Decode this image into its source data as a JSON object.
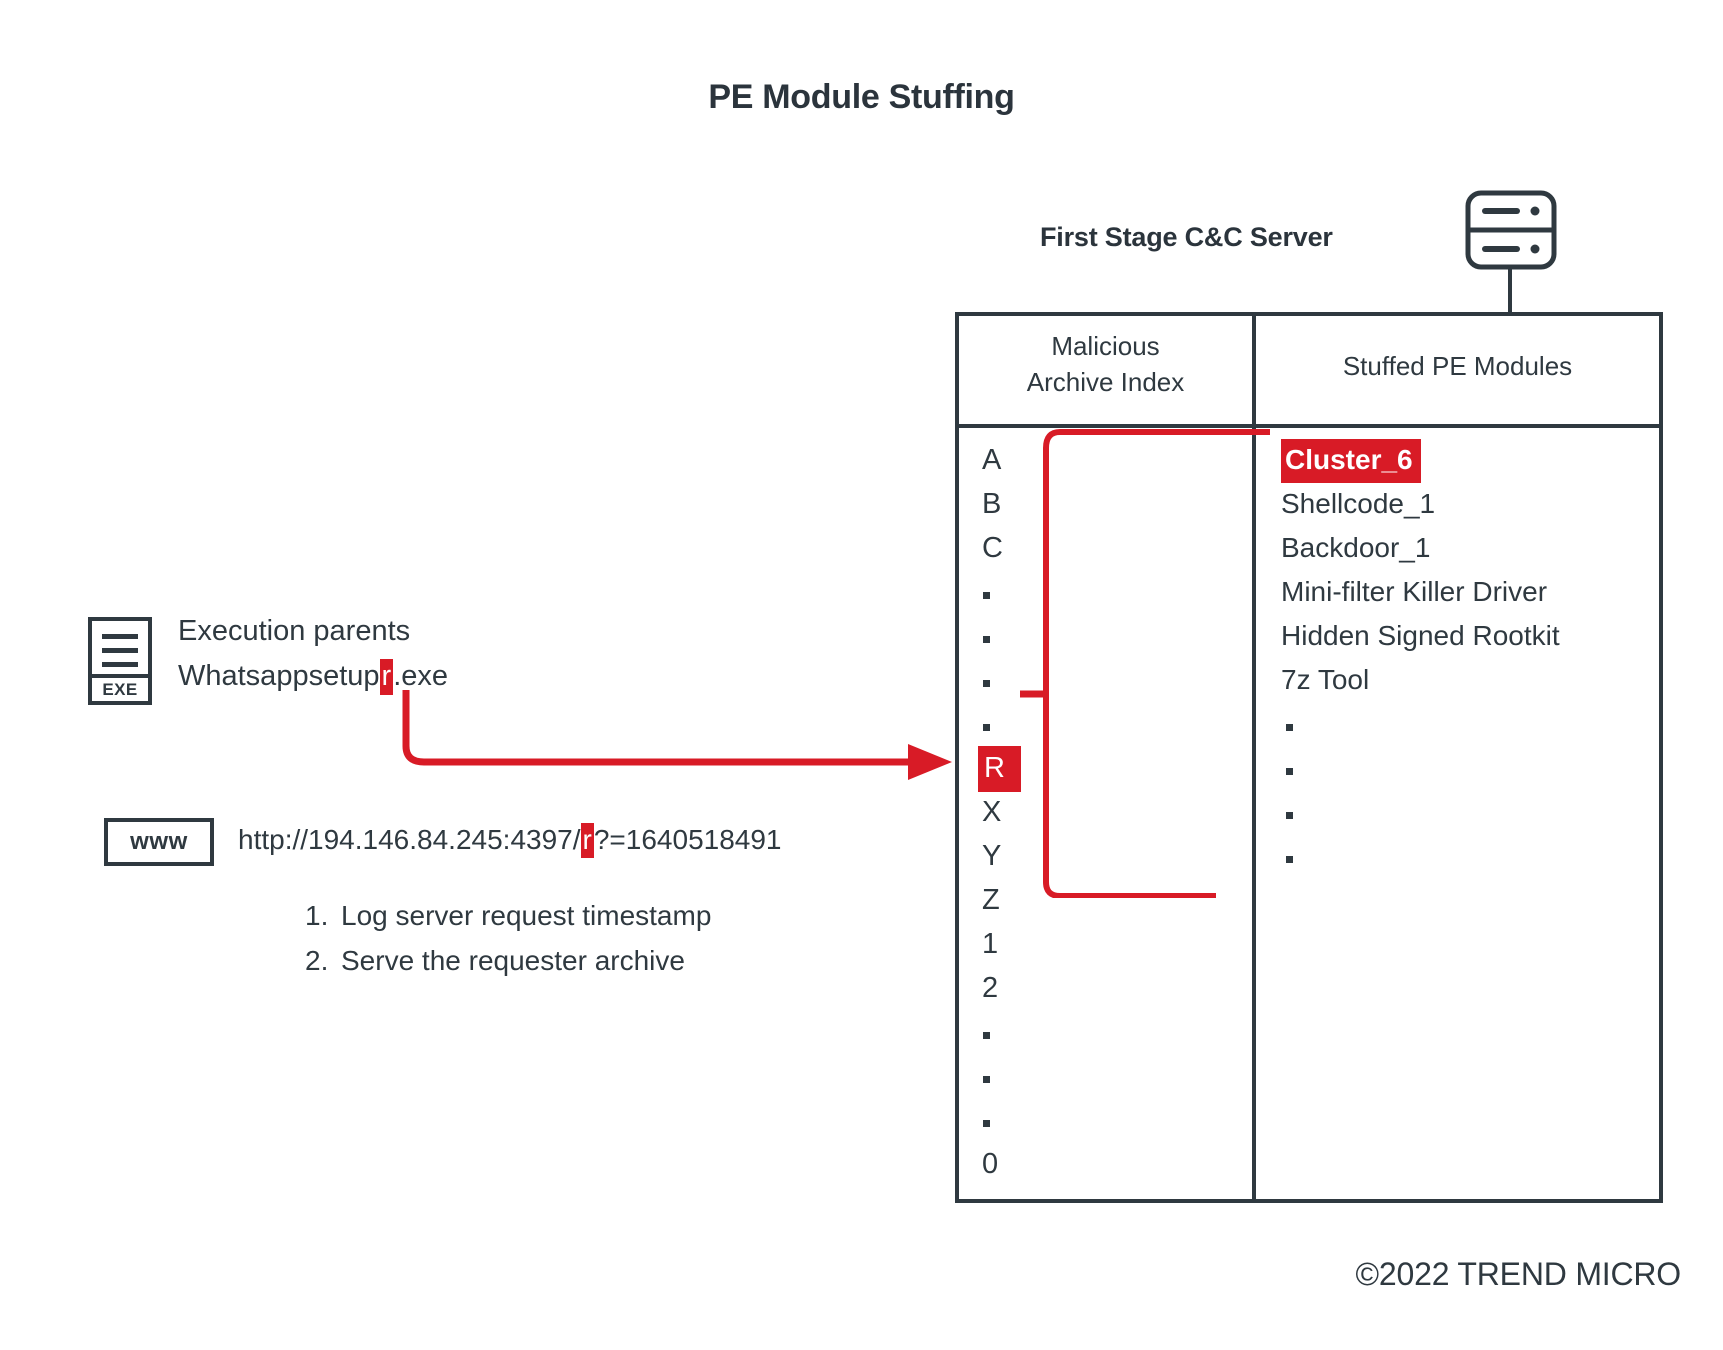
{
  "title": "PE Module Stuffing",
  "server": {
    "label": "First Stage C&C Server",
    "icon": "server-icon"
  },
  "table": {
    "headers": {
      "index_line1": "Malicious",
      "index_line2": "Archive Index",
      "modules": "Stuffed PE Modules"
    },
    "archive_index": [
      {
        "label": "A",
        "type": "text",
        "highlight": false
      },
      {
        "label": "B",
        "type": "text",
        "highlight": false
      },
      {
        "label": "C",
        "type": "text",
        "highlight": false
      },
      {
        "label": ".",
        "type": "dot",
        "highlight": false
      },
      {
        "label": ".",
        "type": "dot",
        "highlight": false
      },
      {
        "label": ".",
        "type": "dot",
        "highlight": false
      },
      {
        "label": ".",
        "type": "dot",
        "highlight": false
      },
      {
        "label": "R",
        "type": "text",
        "highlight": true
      },
      {
        "label": "X",
        "type": "text",
        "highlight": false
      },
      {
        "label": "Y",
        "type": "text",
        "highlight": false
      },
      {
        "label": "Z",
        "type": "text",
        "highlight": false
      },
      {
        "label": "1",
        "type": "text",
        "highlight": false
      },
      {
        "label": "2",
        "type": "text",
        "highlight": false
      },
      {
        "label": ".",
        "type": "dot",
        "highlight": false
      },
      {
        "label": ".",
        "type": "dot",
        "highlight": false
      },
      {
        "label": ".",
        "type": "dot",
        "highlight": false
      },
      {
        "label": "0",
        "type": "text",
        "highlight": false
      }
    ],
    "stuffed_modules": [
      {
        "label": "Cluster_6",
        "type": "text",
        "highlight": true
      },
      {
        "label": "Shellcode_1",
        "type": "text",
        "highlight": false
      },
      {
        "label": "Backdoor_1",
        "type": "text",
        "highlight": false
      },
      {
        "label": "Mini-filter Killer Driver",
        "type": "text",
        "highlight": false
      },
      {
        "label": "Hidden Signed Rootkit",
        "type": "text",
        "highlight": false
      },
      {
        "label": "7z Tool",
        "type": "text",
        "highlight": false
      },
      {
        "label": ".",
        "type": "dot",
        "highlight": false
      },
      {
        "label": ".",
        "type": "dot",
        "highlight": false
      },
      {
        "label": ".",
        "type": "dot",
        "highlight": false
      },
      {
        "label": ".",
        "type": "dot",
        "highlight": false
      }
    ]
  },
  "execution": {
    "icon_label": "EXE",
    "parents_label": "Execution parents",
    "file_prefix": "Whatsappsetup",
    "file_highlight": "r",
    "file_suffix": ".exe"
  },
  "request": {
    "icon_label": "www",
    "url_prefix": "http://194.146.84.245:4397/",
    "url_highlight": "r",
    "url_suffix": "?=1640518491",
    "steps": [
      {
        "num": "1.",
        "text": "Log server request timestamp"
      },
      {
        "num": "2.",
        "text": "Serve the requester archive"
      }
    ]
  },
  "footer": "©2022 TREND MICRO",
  "colors": {
    "ink": "#2f3940",
    "accent_red": "#d81b26",
    "background": "#ffffff"
  }
}
